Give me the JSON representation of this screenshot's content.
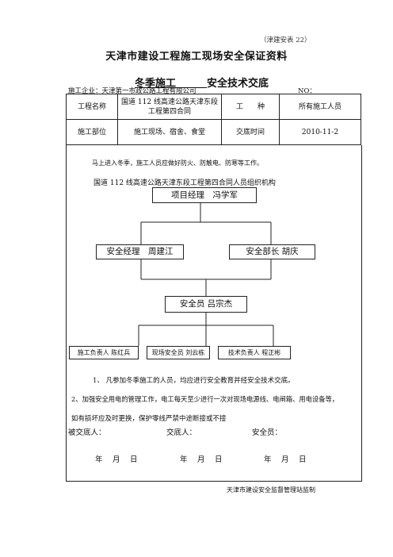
{
  "header": {
    "form_code": "（津建安表 22）",
    "main_title": "天津市建设工程施工现场安全保证资料",
    "subtitle_topic": "冬季施工",
    "subtitle_suffix": "安全技术交底",
    "company": "施工企业：天津第一市政公路工程有限公司",
    "no_label": "NO："
  },
  "info_table": {
    "r1": {
      "label1": "工程名称",
      "value1": "国道 112 线高速公路天津东段工程第四合同",
      "label2": "工　　种",
      "value2": "所有施工人员"
    },
    "r2": {
      "label1": "施工部位",
      "value1": "施工现场、宿舍、食堂",
      "label2": "交底时间",
      "value2": "2010-11-2"
    }
  },
  "body": {
    "intro": "马上进入冬季，施工人员应做好防火、防触电、防寒等工作。",
    "org_title": "国道 112 线高速公路天津东段工程第四合同人员组织机构",
    "org": {
      "manager": "项目经理　冯学军",
      "safety_manager": "安全经理　周建江",
      "safety_dept": "安全部长 胡庆",
      "safety_officer": "安全员 吕宗杰",
      "lead1": "施工负责人 陈红兵",
      "lead2": "现场安全员 刘云栋",
      "lead3": "技术负责人 程正彬"
    },
    "item1": "1、 凡参加冬季施工的人员，均应进行安全教育并经安全技术交底。",
    "item2": "2、加强安全用电的管理工作，电工每天至少进行一次对现场电源线、电闸箱、用电设备等，",
    "item2b": "如有损坏应及时更换，保护零线严禁中途断接或不接"
  },
  "sign": {
    "receiver": "被交底人：",
    "giver": "交底人：",
    "officer": "安全员："
  },
  "date": {
    "d1": "年　 月　 日",
    "d2": "年　 月　 日",
    "d3": "年　 月　 日"
  },
  "footer": "天津市建设安全监督管理站监制"
}
